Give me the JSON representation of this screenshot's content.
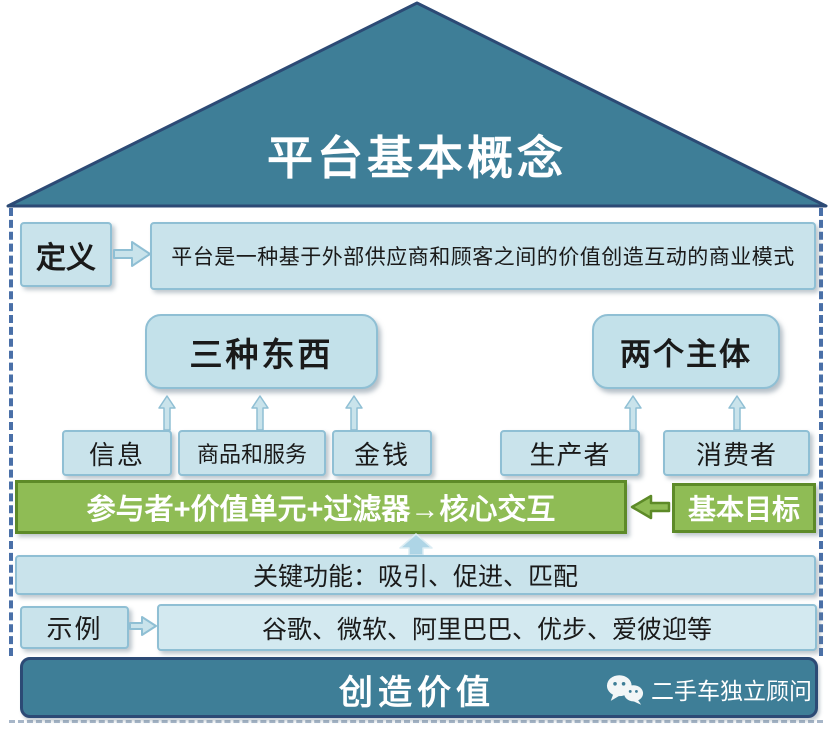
{
  "title": "平台基本概念",
  "definition": {
    "label": "定义",
    "text": "平台是一种基于外部供应商和顾客之间的价值创造互动的商业模式"
  },
  "groups": {
    "three_things": {
      "title": "三种东西",
      "items": [
        "信息",
        "商品和服务",
        "金钱"
      ]
    },
    "two_subjects": {
      "title": "两个主体",
      "items": [
        "生产者",
        "消费者"
      ]
    }
  },
  "core": {
    "formula": "参与者+价值单元+过滤器→核心交互",
    "goal": "基本目标"
  },
  "key_functions": "关键功能：吸引、促进、匹配",
  "examples": {
    "label": "示例",
    "text": "谷歌、微软、阿里巴巴、优步、爱彼迎等"
  },
  "footer": {
    "banner": "创造价值",
    "watermark": "二手车独立顾问"
  },
  "icons": {
    "wechat": "wechat-icon",
    "up_arrow": "up-arrow-icon",
    "right_arrow": "right-arrow-icon",
    "left_arrow": "left-arrow-icon"
  },
  "colors": {
    "roof_fill": "#3E7E97",
    "roof_border": "#2C4A75",
    "box_fill": "#C9E3EB",
    "box_border": "#8FBFD4",
    "green_fill": "#8FBC55",
    "green_border": "#5D8A28",
    "dash_border": "#4A70A8",
    "text_dark": "#1A1A1A",
    "text_light": "#FFFFFF"
  }
}
